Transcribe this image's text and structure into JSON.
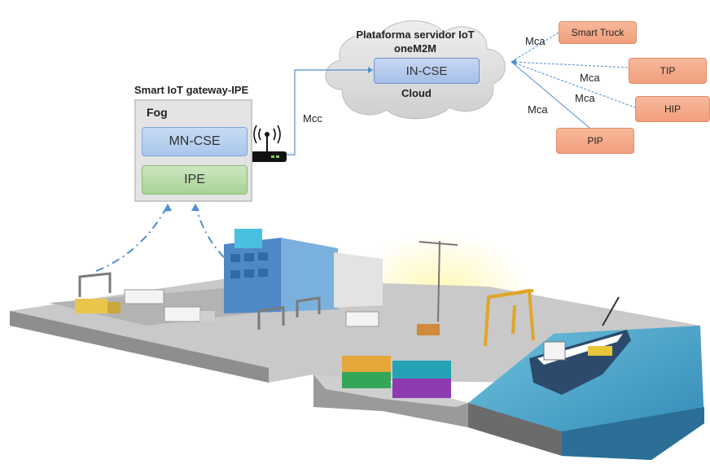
{
  "gateway": {
    "title": "Smart IoT gateway-IPE",
    "fog_label": "Fog",
    "mn_cse": "MN-CSE",
    "ipe": "IPE"
  },
  "cloud": {
    "title_line1": "Plataforma servidor IoT",
    "title_line2": "oneM2M",
    "in_cse": "IN-CSE",
    "label": "Cloud"
  },
  "links": {
    "mcc": "Mcc",
    "mca_1": "Mca",
    "mca_2": "Mca",
    "mca_3": "Mca",
    "mca_4": "Mca"
  },
  "apps": {
    "smart_truck": "Smart Truck",
    "tip": "TIP",
    "hip": "HIP",
    "pip": "PIP"
  },
  "colors": {
    "link": "#4f8fd3",
    "app_fill": "#f3a888",
    "sea": "#4aa3c9"
  }
}
